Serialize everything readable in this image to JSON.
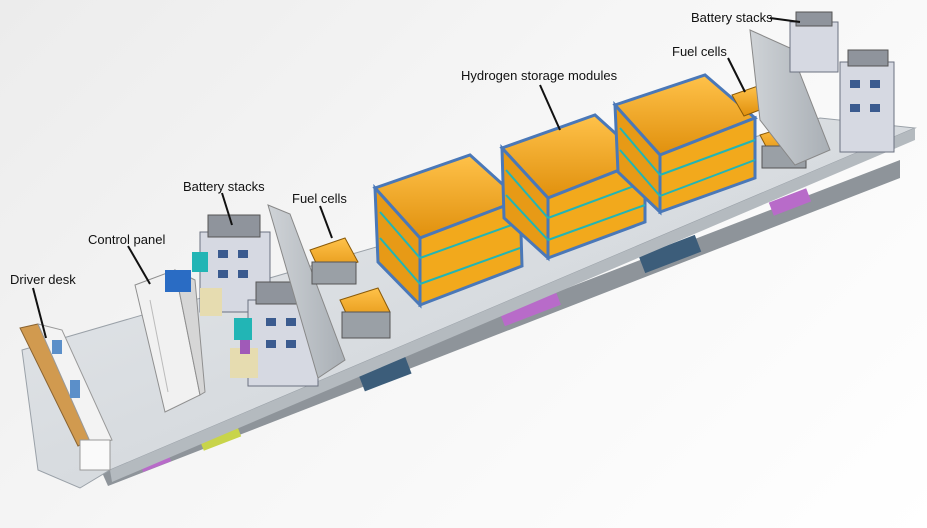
{
  "labels": {
    "driver_desk": "Driver desk",
    "control_panel": "Control panel",
    "battery_stacks_front": "Battery stacks",
    "fuel_cells_front": "Fuel cells",
    "hydrogen_storage": "Hydrogen storage modules",
    "fuel_cells_rear": "Fuel cells",
    "battery_stacks_rear": "Battery stacks"
  },
  "colors": {
    "background": "#efefef",
    "platform": "#d9dde0",
    "frame": "#4a78b8",
    "tank": "#f2a91c",
    "accent_teal": "#22b5b5",
    "accent_purple": "#a05ab8",
    "desk_wood": "#d19a4f",
    "leader": "#111111"
  }
}
